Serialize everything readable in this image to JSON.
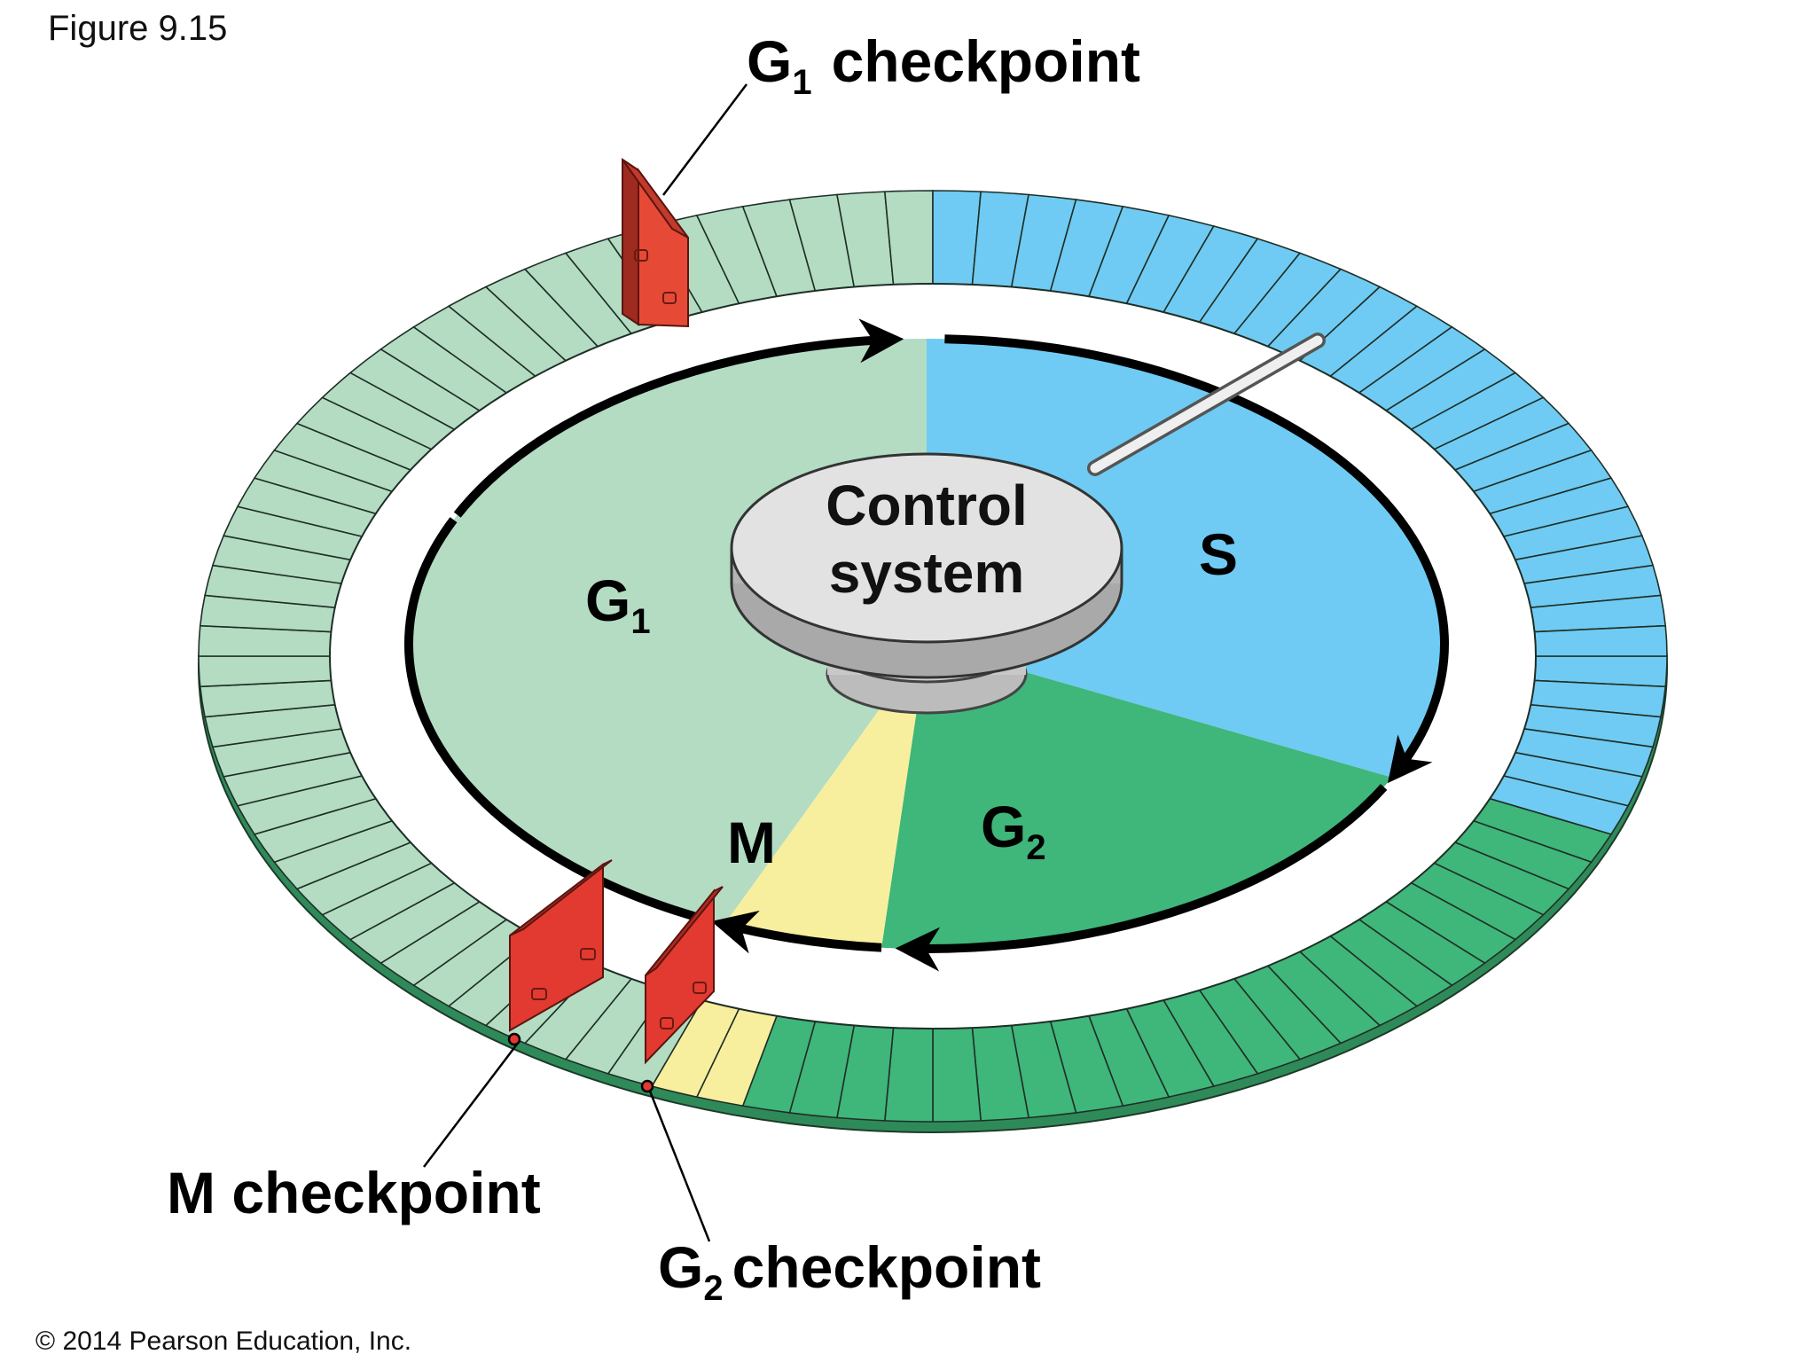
{
  "figure_number": "Figure 9.15",
  "copyright": "© 2014 Pearson Education, Inc.",
  "control_system": {
    "line1": "Control",
    "line2": "system"
  },
  "phases": {
    "g1": {
      "main": "G",
      "sub": "1"
    },
    "s": {
      "main": "S"
    },
    "g2": {
      "main": "G",
      "sub": "2"
    },
    "m": {
      "main": "M"
    }
  },
  "checkpoints": {
    "g1": {
      "main": "G",
      "sub": "1",
      "rest": "checkpoint"
    },
    "m": {
      "text": "M checkpoint"
    },
    "g2": {
      "main": "G",
      "sub": "2",
      "rest": "checkpoint"
    }
  },
  "colors": {
    "g1": "#b3dcc3",
    "s": "#6fcbf3",
    "g2": "#3fb67a",
    "m": "#f8ef9e",
    "checkpoint": "#e23a30",
    "control": "#dcdcdc"
  }
}
